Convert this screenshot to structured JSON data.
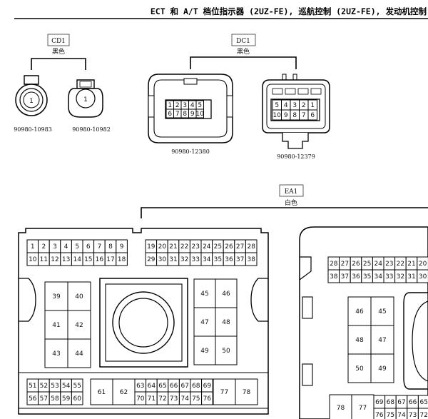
{
  "header": {
    "title": "ECT 和 A/T 档位指示器 (2UZ-FE), 巡航控制 (2UZ-FE), 发动机控制"
  },
  "cd1": {
    "tag": "CD1",
    "color": "黑色",
    "pin": "1",
    "part_left": "90980-10983",
    "part_right": "90980-10982"
  },
  "dc1": {
    "tag": "DC1",
    "color": "黑色",
    "left_row1": [
      "1",
      "2",
      "3",
      "4",
      "5"
    ],
    "left_row2": [
      "6",
      "7",
      "8",
      "9",
      "10"
    ],
    "right_row1": [
      "5",
      "4",
      "3",
      "2",
      "1"
    ],
    "right_row2": [
      "10",
      "9",
      "8",
      "7",
      "6"
    ],
    "part_left": "90980-12380",
    "part_right": "90980-12379"
  },
  "ea1": {
    "tag": "EA1",
    "color": "白色",
    "a_row1": [
      "1",
      "2",
      "3",
      "4",
      "5",
      "6",
      "7",
      "8",
      "9"
    ],
    "a_row2": [
      "10",
      "11",
      "12",
      "13",
      "14",
      "15",
      "16",
      "17",
      "18"
    ],
    "b_row1": [
      "19",
      "20",
      "21",
      "22",
      "23",
      "24",
      "25",
      "26",
      "27",
      "28"
    ],
    "b_row2": [
      "29",
      "30",
      "31",
      "32",
      "33",
      "34",
      "35",
      "36",
      "37",
      "38"
    ],
    "big_left": [
      "39",
      "40",
      "41",
      "42",
      "43",
      "44"
    ],
    "big_right": [
      "45",
      "46",
      "47",
      "48",
      "49",
      "50"
    ],
    "bot_a_row1": [
      "51",
      "52",
      "53",
      "54",
      "55"
    ],
    "bot_a_row2": [
      "56",
      "57",
      "58",
      "59",
      "60"
    ],
    "bot_mid": [
      "61",
      "62"
    ],
    "bot_b_row1": [
      "63",
      "64",
      "65",
      "66",
      "67",
      "68",
      "69"
    ],
    "bot_b_row2": [
      "70",
      "71",
      "72",
      "73",
      "74",
      "75",
      "76"
    ],
    "bot_end": [
      "77",
      "78"
    ]
  },
  "ea1_mirror": {
    "row1": [
      "28",
      "27",
      "26",
      "25",
      "24",
      "23",
      "22",
      "21",
      "20"
    ],
    "row2": [
      "38",
      "37",
      "36",
      "35",
      "34",
      "33",
      "32",
      "31",
      "30"
    ],
    "big": [
      "46",
      "45",
      "48",
      "47",
      "50",
      "49"
    ],
    "bot_end": [
      "78",
      "77"
    ],
    "bot_row1": [
      "69",
      "68",
      "67",
      "66",
      "65"
    ],
    "bot_row2": [
      "76",
      "75",
      "74",
      "73",
      "72"
    ]
  }
}
